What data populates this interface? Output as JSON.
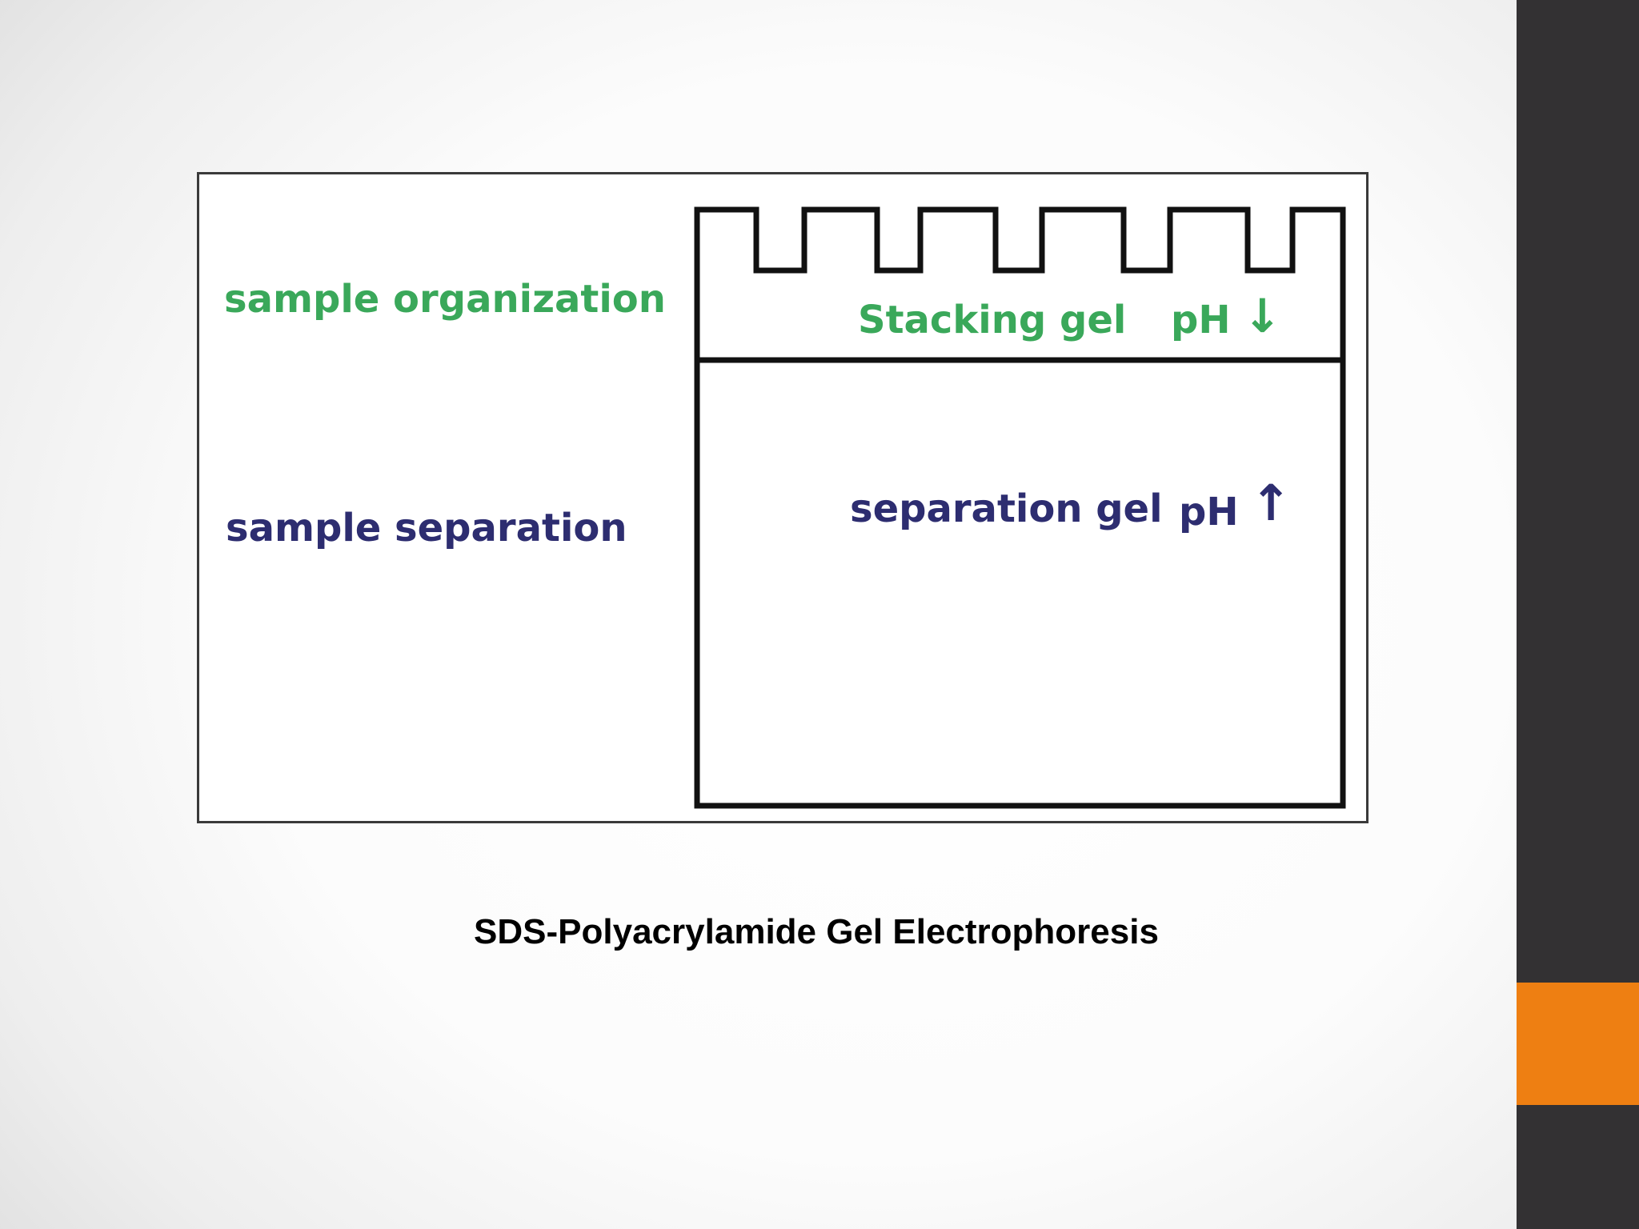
{
  "colors": {
    "green": "#3aa85a",
    "blue": "#2d2d70",
    "sidebar": "#333133",
    "accent": "#ee7f12"
  },
  "labels": {
    "sample_organization": "sample organization",
    "sample_separation": "sample separation",
    "stacking_gel": "Stacking gel",
    "stacking_ph": "pH",
    "stacking_arrow": "↓",
    "separation_gel": "separation gel",
    "separation_ph": "pH",
    "separation_arrow": "↑"
  },
  "caption": "SDS-Polyacrylamide Gel Electrophoresis"
}
